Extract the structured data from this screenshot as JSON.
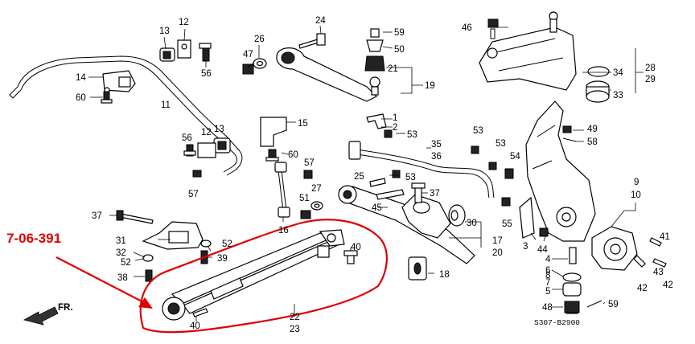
{
  "diagram": {
    "reference_number": "7-06-391",
    "drawing_code": "S307-B2900",
    "direction_label": "FR.",
    "highlight_color": "#e00000",
    "labels": {
      "p1": "1",
      "p2": "2",
      "p4": "4",
      "p5": "5",
      "p6": "6",
      "p7": "7",
      "p8": "8",
      "p9": "9",
      "p10": "10",
      "p11": "11",
      "p12a": "12",
      "p12b": "12",
      "p13a": "13",
      "p13b": "13",
      "p14": "14",
      "p15": "15",
      "p16": "16",
      "p17": "17",
      "p18": "18",
      "p19": "19",
      "p20": "20",
      "p21": "21",
      "p22": "22",
      "p23": "23",
      "p24": "24",
      "p25": "25",
      "p26": "26",
      "p27": "27",
      "p28": "28",
      "p29": "29",
      "p30": "30",
      "p31": "31",
      "p32": "32",
      "p33": "33",
      "p34": "34",
      "p35": "35",
      "p36": "36",
      "p37a": "37",
      "p37b": "37",
      "p38": "38",
      "p39": "39",
      "p40a": "40",
      "p40b": "40",
      "p41": "41",
      "p42a": "42",
      "p42b": "42",
      "p43": "43",
      "p44": "44",
      "p45": "45",
      "p46": "46",
      "p47": "47",
      "p48": "48",
      "p49": "49",
      "p50": "50",
      "p51": "51",
      "p52a": "52",
      "p52b": "52",
      "p53a": "53",
      "p53b": "53",
      "p53c": "53",
      "p53d": "53",
      "p54": "54",
      "p55": "55",
      "p56a": "56",
      "p56b": "56",
      "p57a": "57",
      "p57b": "57",
      "p58": "58",
      "p59a": "59",
      "p59b": "59",
      "p60a": "60",
      "p60b": "60",
      "p3": "3"
    }
  }
}
